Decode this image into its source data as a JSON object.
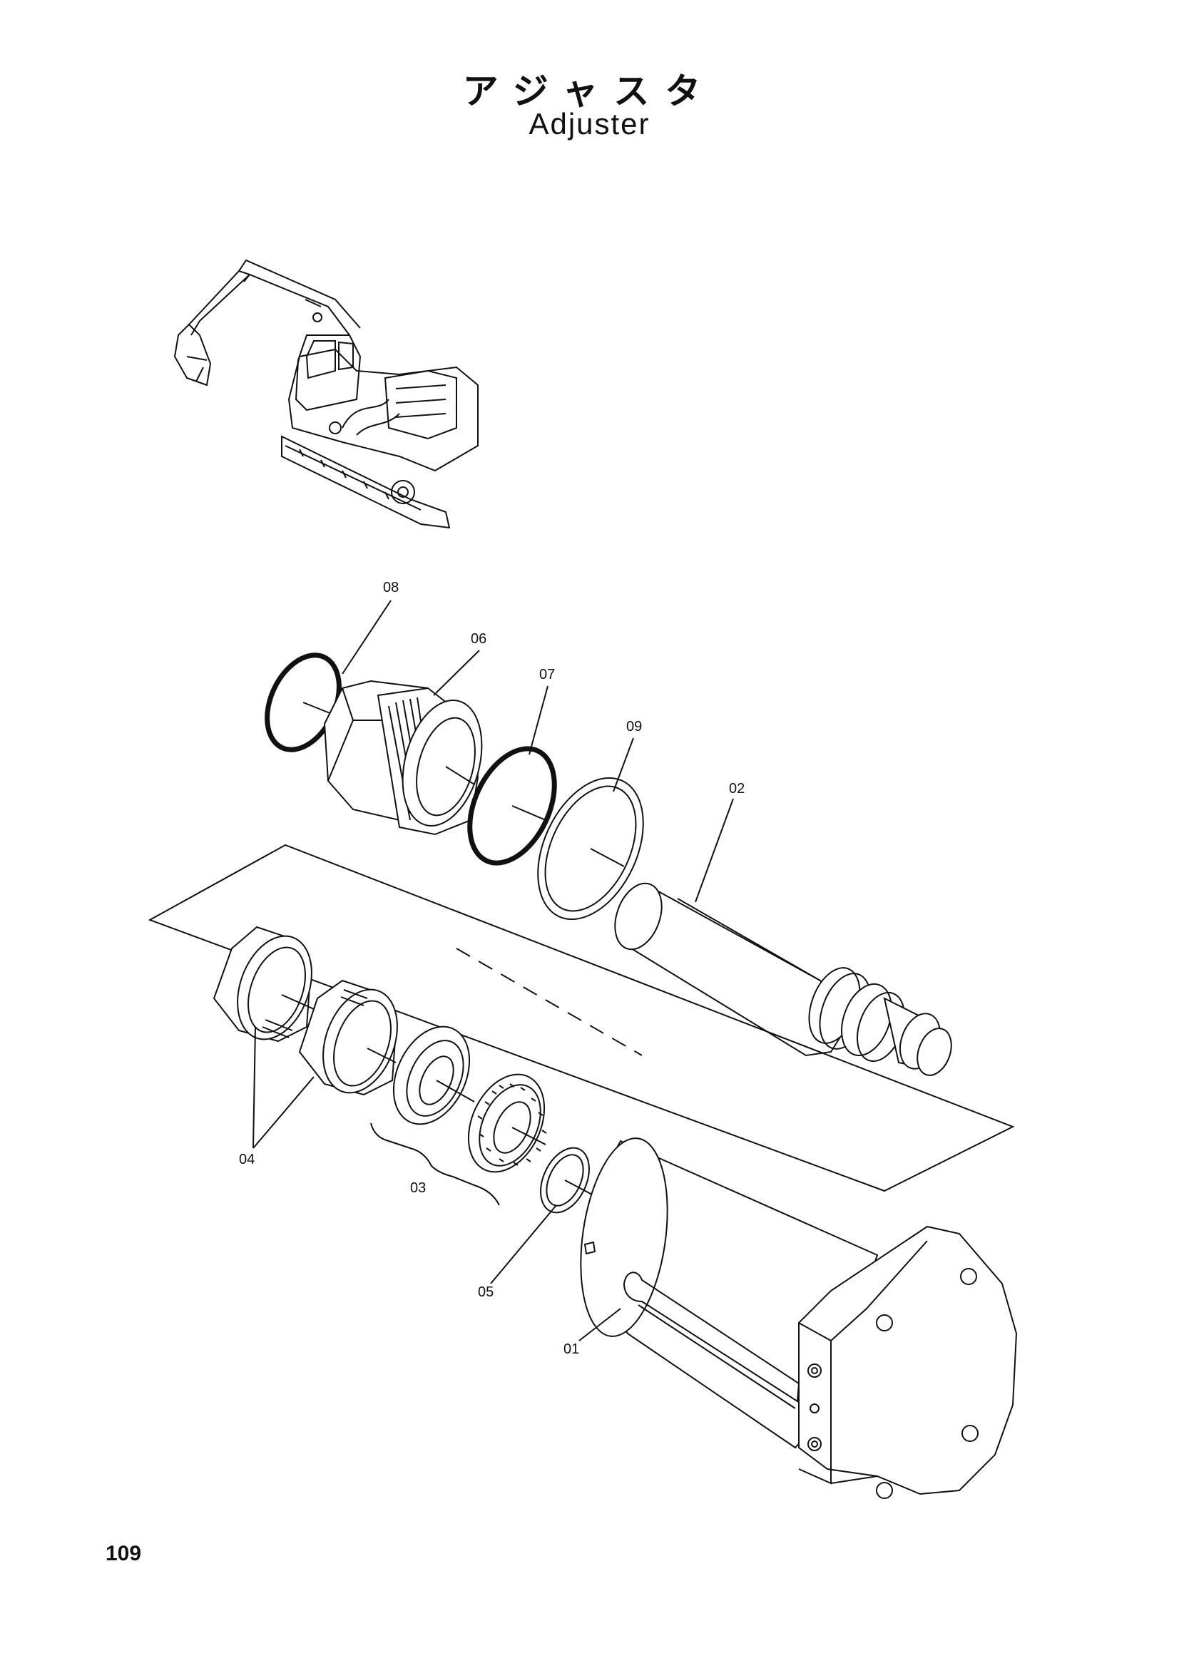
{
  "header": {
    "title_jp": "アジャスタ",
    "title_en": "Adjuster"
  },
  "callouts": {
    "c01": "01",
    "c02": "02",
    "c03": "03",
    "c04": "04",
    "c05": "05",
    "c06": "06",
    "c07": "07",
    "c08": "08",
    "c09": "09"
  },
  "footer": {
    "page_number": "109"
  }
}
